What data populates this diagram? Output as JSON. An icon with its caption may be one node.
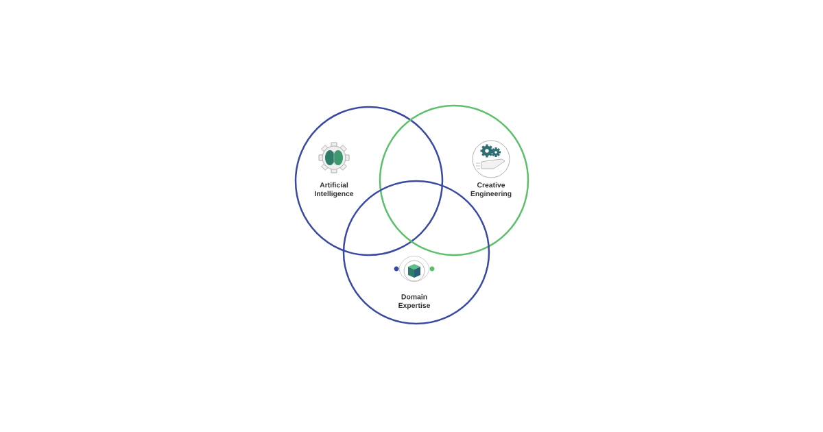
{
  "diagram": {
    "nodes": [
      {
        "text": [
          "Artificial Intelligence"
        ]
      },
      {
        "text": [
          "Creative Engineering"
        ]
      },
      {
        "text": [
          "Domain Expertise"
        ]
      }
    ]
  }
}
